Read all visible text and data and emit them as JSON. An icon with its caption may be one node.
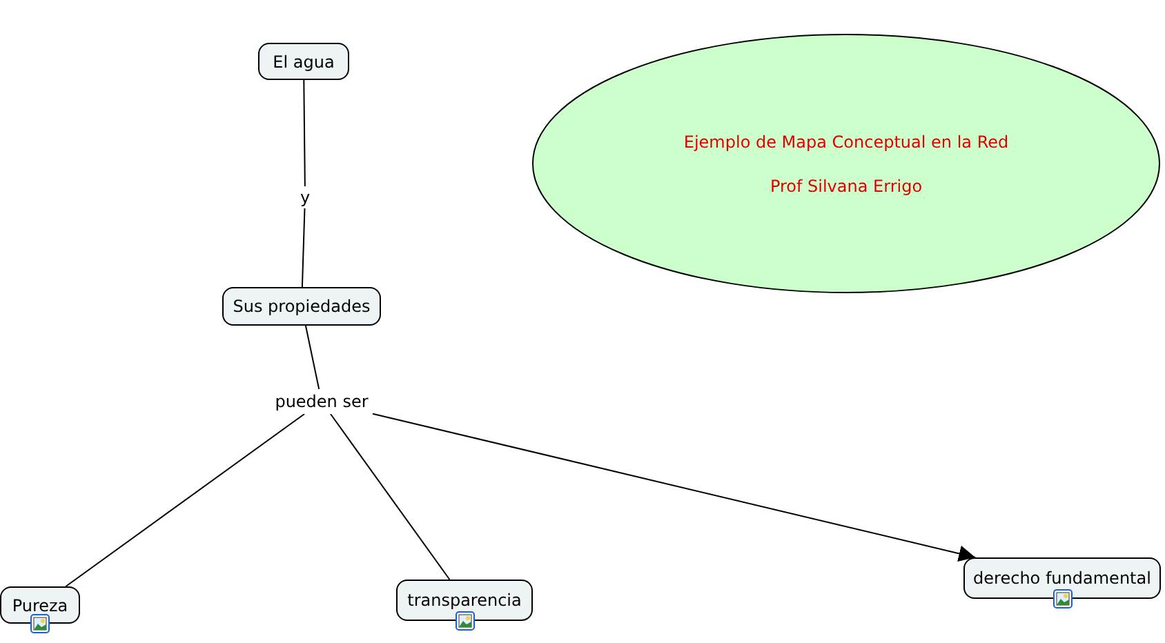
{
  "diagram": {
    "nodes": [
      {
        "text": [
          "El agua"
        ]
      },
      {
        "text": [
          "y"
        ]
      },
      {
        "text": [
          "Sus propiedades"
        ]
      },
      {
        "text": [
          "pueden ser"
        ]
      },
      {
        "text": [
          "Pureza"
        ]
      },
      {
        "text": [
          "transparencia"
        ]
      },
      {
        "text": [
          "derecho fundamental"
        ]
      },
      {
        "text": [
          "Ejemplo de Mapa Conceptual en la Red",
          "Prof Silvana Errigo"
        ]
      }
    ],
    "edges": [
      {
        "from": 0,
        "to": 1,
        "arrow": "none"
      },
      {
        "from": 1,
        "to": 2,
        "arrow": "none"
      },
      {
        "from": 2,
        "to": 3,
        "arrow": "none"
      },
      {
        "from": 3,
        "to": 4,
        "arrow": "none"
      },
      {
        "from": 3,
        "to": 5,
        "arrow": "none"
      },
      {
        "from": 3,
        "to": 6,
        "arrow": "to"
      }
    ]
  }
}
